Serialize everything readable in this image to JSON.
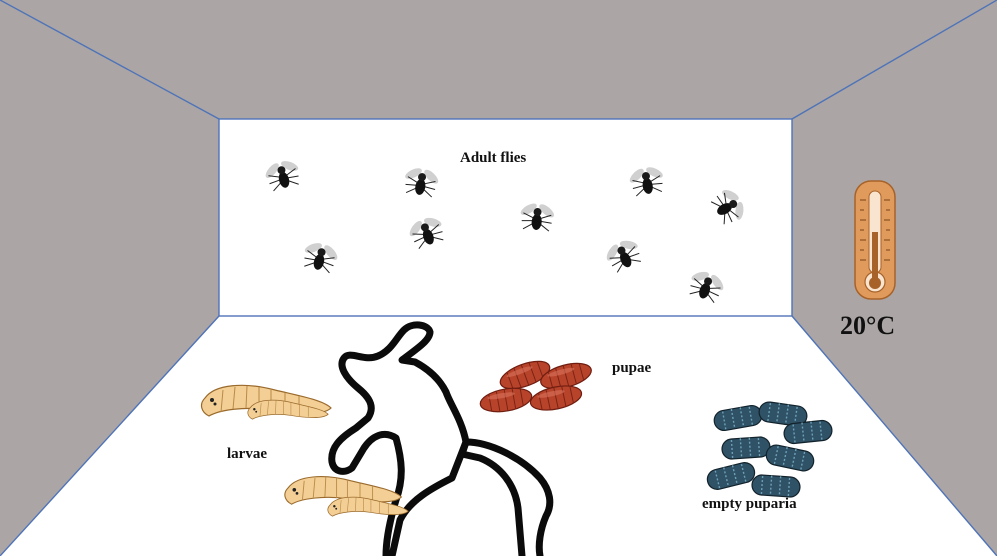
{
  "labels": {
    "adult_flies": "Adult flies",
    "larvae": "larvae",
    "pupae": "pupae",
    "empty_puparia": "empty puparia",
    "temperature": "20°C"
  },
  "colors": {
    "wall": "#aba6a5",
    "edge": "#4f73b8",
    "floor": "#ffffff",
    "back_wall": "#ffffff",
    "thermometer": "#e09a5c",
    "pupae": "#b8432b",
    "puparia": "#2f5266",
    "larvae": "#f3cf95",
    "outline": "#0b0b0b"
  },
  "icons": [
    "fly-icon",
    "thermometer-icon",
    "larva-icon",
    "pupa-icon",
    "puparium-icon",
    "body-outline"
  ]
}
